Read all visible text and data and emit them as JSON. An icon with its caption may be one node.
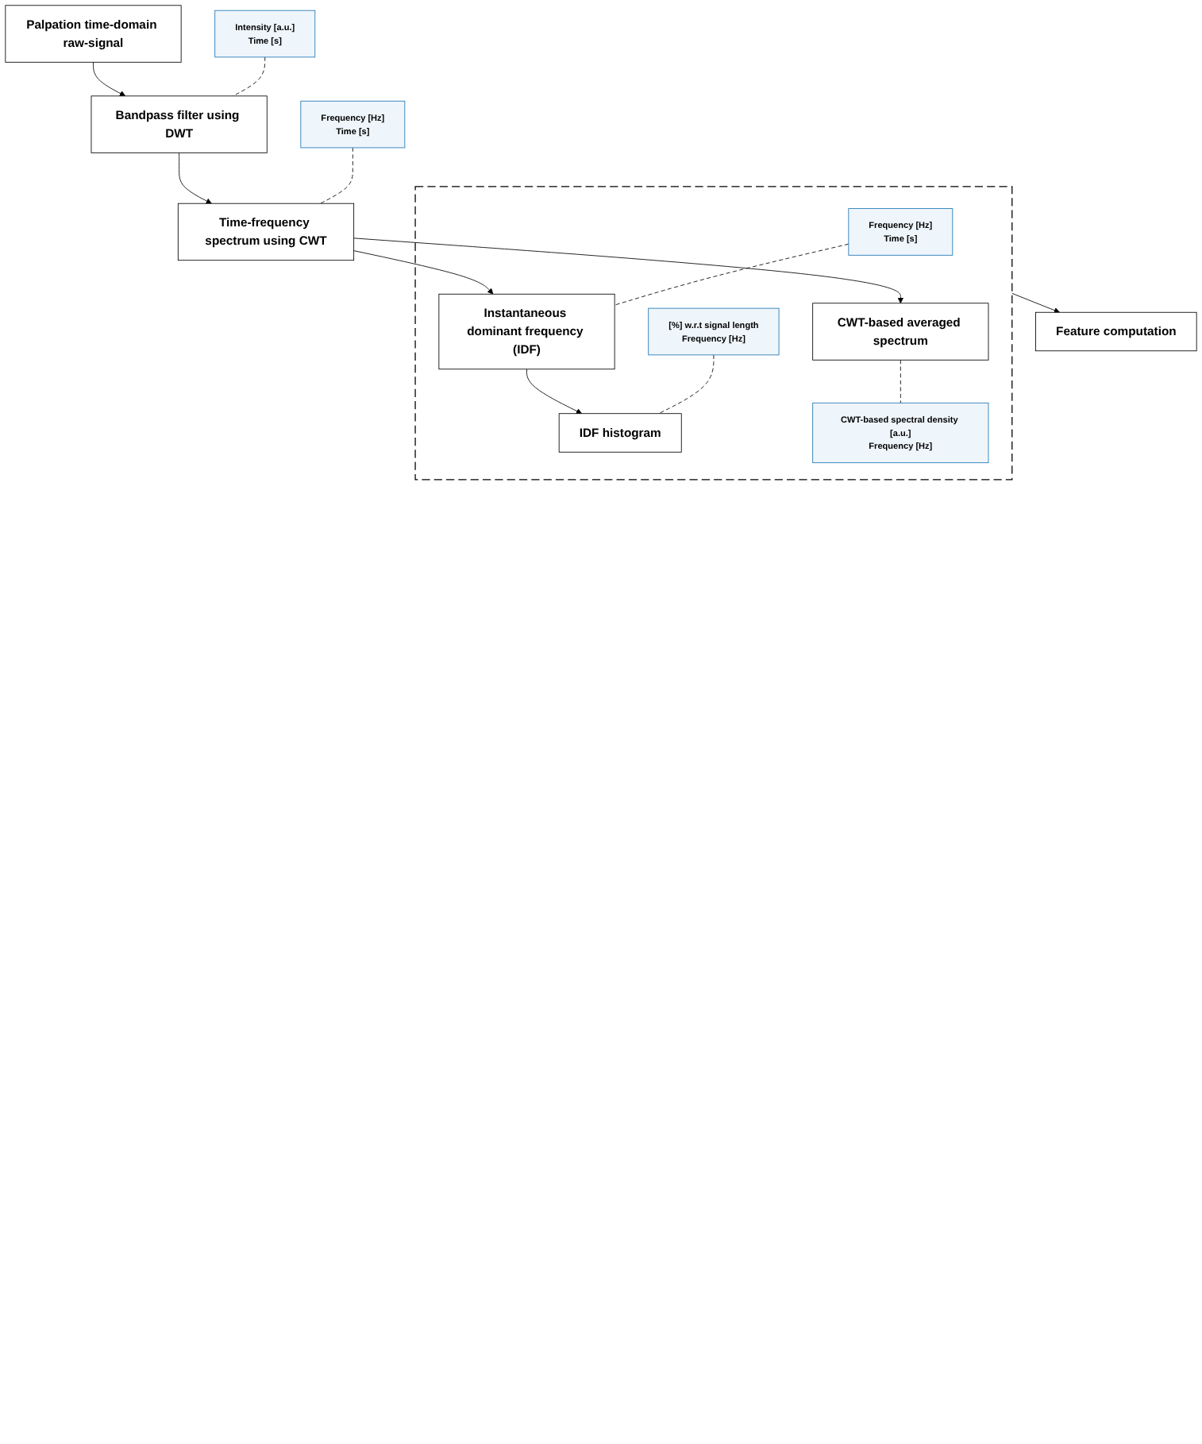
{
  "diagram": {
    "nodes": [
      {
        "text": [
          "Palpation time-domain raw-signal"
        ]
      },
      {
        "text": [
          "Intensity [a.u.]",
          "Time [s]"
        ]
      },
      {
        "text": [
          "Bandpass filter using DWT"
        ]
      },
      {
        "text": [
          "Frequency [Hz]",
          "Time [s]"
        ]
      },
      {
        "text": [
          "Time-frequency spectrum using CWT"
        ]
      },
      {
        "text": [],
        "shape": "box"
      },
      {
        "text": [
          "Frequency [Hz]",
          "Time [s]"
        ],
        "in": 5
      },
      {
        "text": [
          "Instantaneous dominant frequency (IDF)"
        ],
        "in": 5
      },
      {
        "text": [
          "CWT-based averaged spectrum"
        ],
        "in": 5
      },
      {
        "text": [
          "[%] w.r.t signal length",
          "Frequency [Hz]"
        ],
        "in": 5
      },
      {
        "text": [
          "IDF histogram"
        ],
        "in": 5
      },
      {
        "text": [
          "CWT-based spectral density [a.u.]",
          "Frequency [Hz]"
        ],
        "in": 5
      },
      {
        "text": [
          "Feature computation"
        ]
      }
    ],
    "edges": [
      {
        "from": 0,
        "to": 2,
        "arrow": "to"
      },
      {
        "from": 1,
        "to": 2,
        "arrow": "none",
        "style": "dashed"
      },
      {
        "from": 2,
        "to": 4,
        "arrow": "to"
      },
      {
        "from": 3,
        "to": 4,
        "arrow": "none",
        "style": "dashed"
      },
      {
        "from": 4,
        "to": 7,
        "arrow": "to"
      },
      {
        "from": 4,
        "to": 8,
        "arrow": "to"
      },
      {
        "from": 6,
        "to": 7,
        "arrow": "none",
        "style": "dashed"
      },
      {
        "from": 8,
        "to": 11,
        "arrow": "none",
        "style": "dashed"
      },
      {
        "from": 7,
        "to": 10,
        "arrow": "to"
      },
      {
        "from": 9,
        "to": 10,
        "arrow": "none",
        "style": "dashed"
      },
      {
        "from": 5,
        "to": 12,
        "arrow": "to"
      }
    ]
  }
}
